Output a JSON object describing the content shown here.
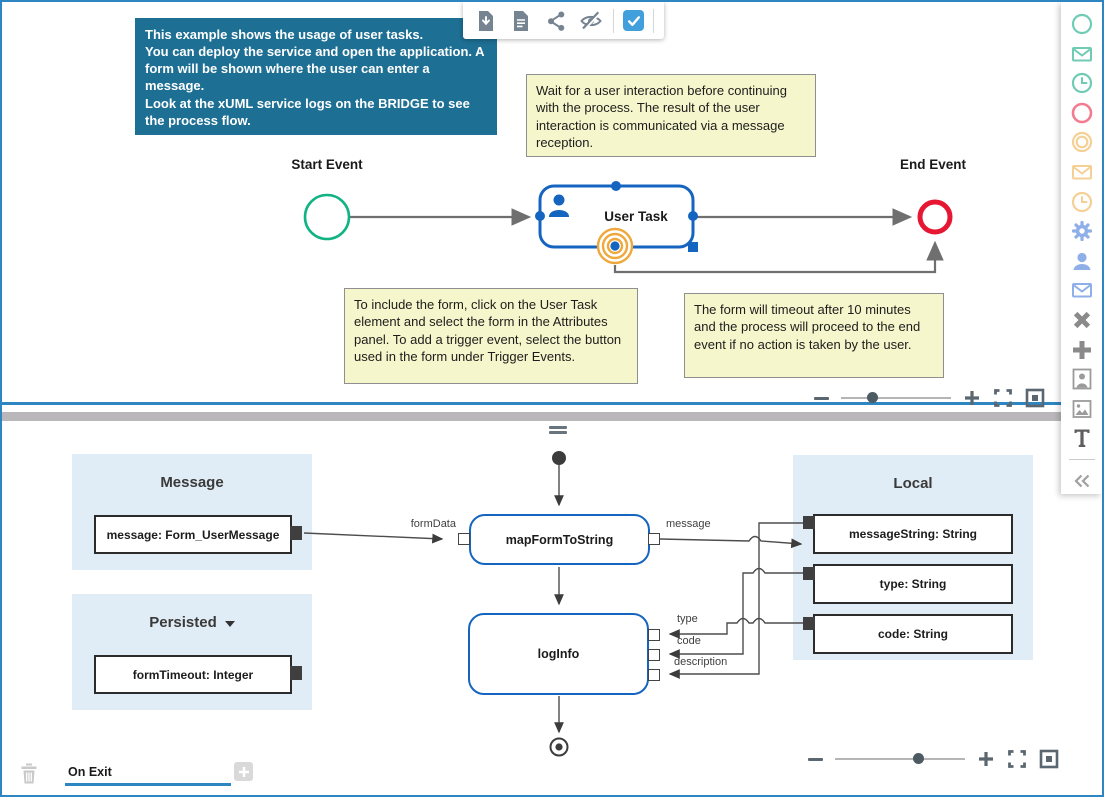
{
  "colors": {
    "accent_blue": "#2d86c2",
    "info_bg": "#1d6f94",
    "note_bg": "#f6f6cc",
    "start_green": "#11b383",
    "end_red": "#e51733",
    "task_blue": "#1565c0",
    "boundary_orange": "#eea83c",
    "section_bg": "#e1edf6",
    "checkbox_blue": "#41a0dc"
  },
  "toolbar": {
    "icons": [
      "export-document-icon",
      "document-icon",
      "share-icon",
      "hide-icon",
      "checkbox-checked-icon"
    ]
  },
  "info_box": {
    "line1": "This example shows the usage of user tasks.",
    "line2": "You can deploy the service and open the application. A form will be shown where the user can enter a message.",
    "line3": "Look at the xUML service logs on the BRIDGE to see the process flow."
  },
  "notes": {
    "wait": "Wait for a user interaction before continuing with the process. The result of the user interaction is communicated via a message reception.",
    "form": "To include the form, click on the User Task element and select the form in the Attributes panel. To add a trigger event, select the button used in the form under Trigger Events.",
    "timeout": "The form will timeout after 10 minutes and the process will proceed to the end event if no action is taken by the user."
  },
  "bpmn": {
    "start_event_label": "Start Event",
    "end_event_label": "End Event",
    "user_task_label": "User Task"
  },
  "mapping": {
    "message_section": {
      "title": "Message",
      "item": "message: Form_UserMessage"
    },
    "persisted_section": {
      "title": "Persisted",
      "item": "formTimeout: Integer"
    },
    "local_section": {
      "title": "Local",
      "items": [
        "messageString: String",
        "type: String",
        "code: String"
      ]
    },
    "node1": "mapFormToString",
    "node2": "logInfo",
    "labels": {
      "formData": "formData",
      "message": "message",
      "type": "type",
      "code": "code",
      "description": "description"
    }
  },
  "footer": {
    "tab_label": "On Exit"
  },
  "sidebar": {
    "icons": [
      "start-event-icon",
      "message-start-event-icon",
      "timer-start-event-icon",
      "end-event-icon",
      "intermediate-event-icon",
      "message-intermediate-event-icon",
      "timer-intermediate-event-icon",
      "service-task-icon",
      "user-task-icon",
      "send-task-icon",
      "exclusive-gateway-icon",
      "parallel-gateway-icon",
      "participant-icon",
      "image-icon",
      "text-annotation-icon",
      "collapse-icon"
    ]
  }
}
